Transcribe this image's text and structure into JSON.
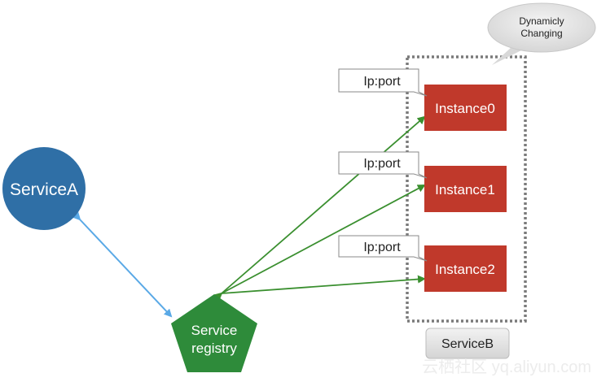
{
  "nodes": {
    "service_a": {
      "label": "ServiceA",
      "color": "#2f6fa6"
    },
    "service_registry": {
      "label_line1": "Service",
      "label_line2": "registry",
      "color": "#2e8b3a"
    },
    "instance0": {
      "label": "Instance0",
      "color": "#c0392b"
    },
    "instance1": {
      "label": "Instance1",
      "color": "#c0392b"
    },
    "instance2": {
      "label": "Instance2",
      "color": "#c0392b"
    },
    "service_b": {
      "label": "ServiceB"
    }
  },
  "callouts": {
    "ip_port_0": "Ip:port",
    "ip_port_1": "Ip:port",
    "ip_port_2": "Ip:port",
    "dynamic": {
      "line1": "Dynamicly",
      "line2": "Changing"
    }
  },
  "edges": {
    "service_a_registry_color": "#5aa9e6",
    "registry_instances_color": "#3a8f2f"
  },
  "watermark": "云栖社区 yq.aliyun.com"
}
